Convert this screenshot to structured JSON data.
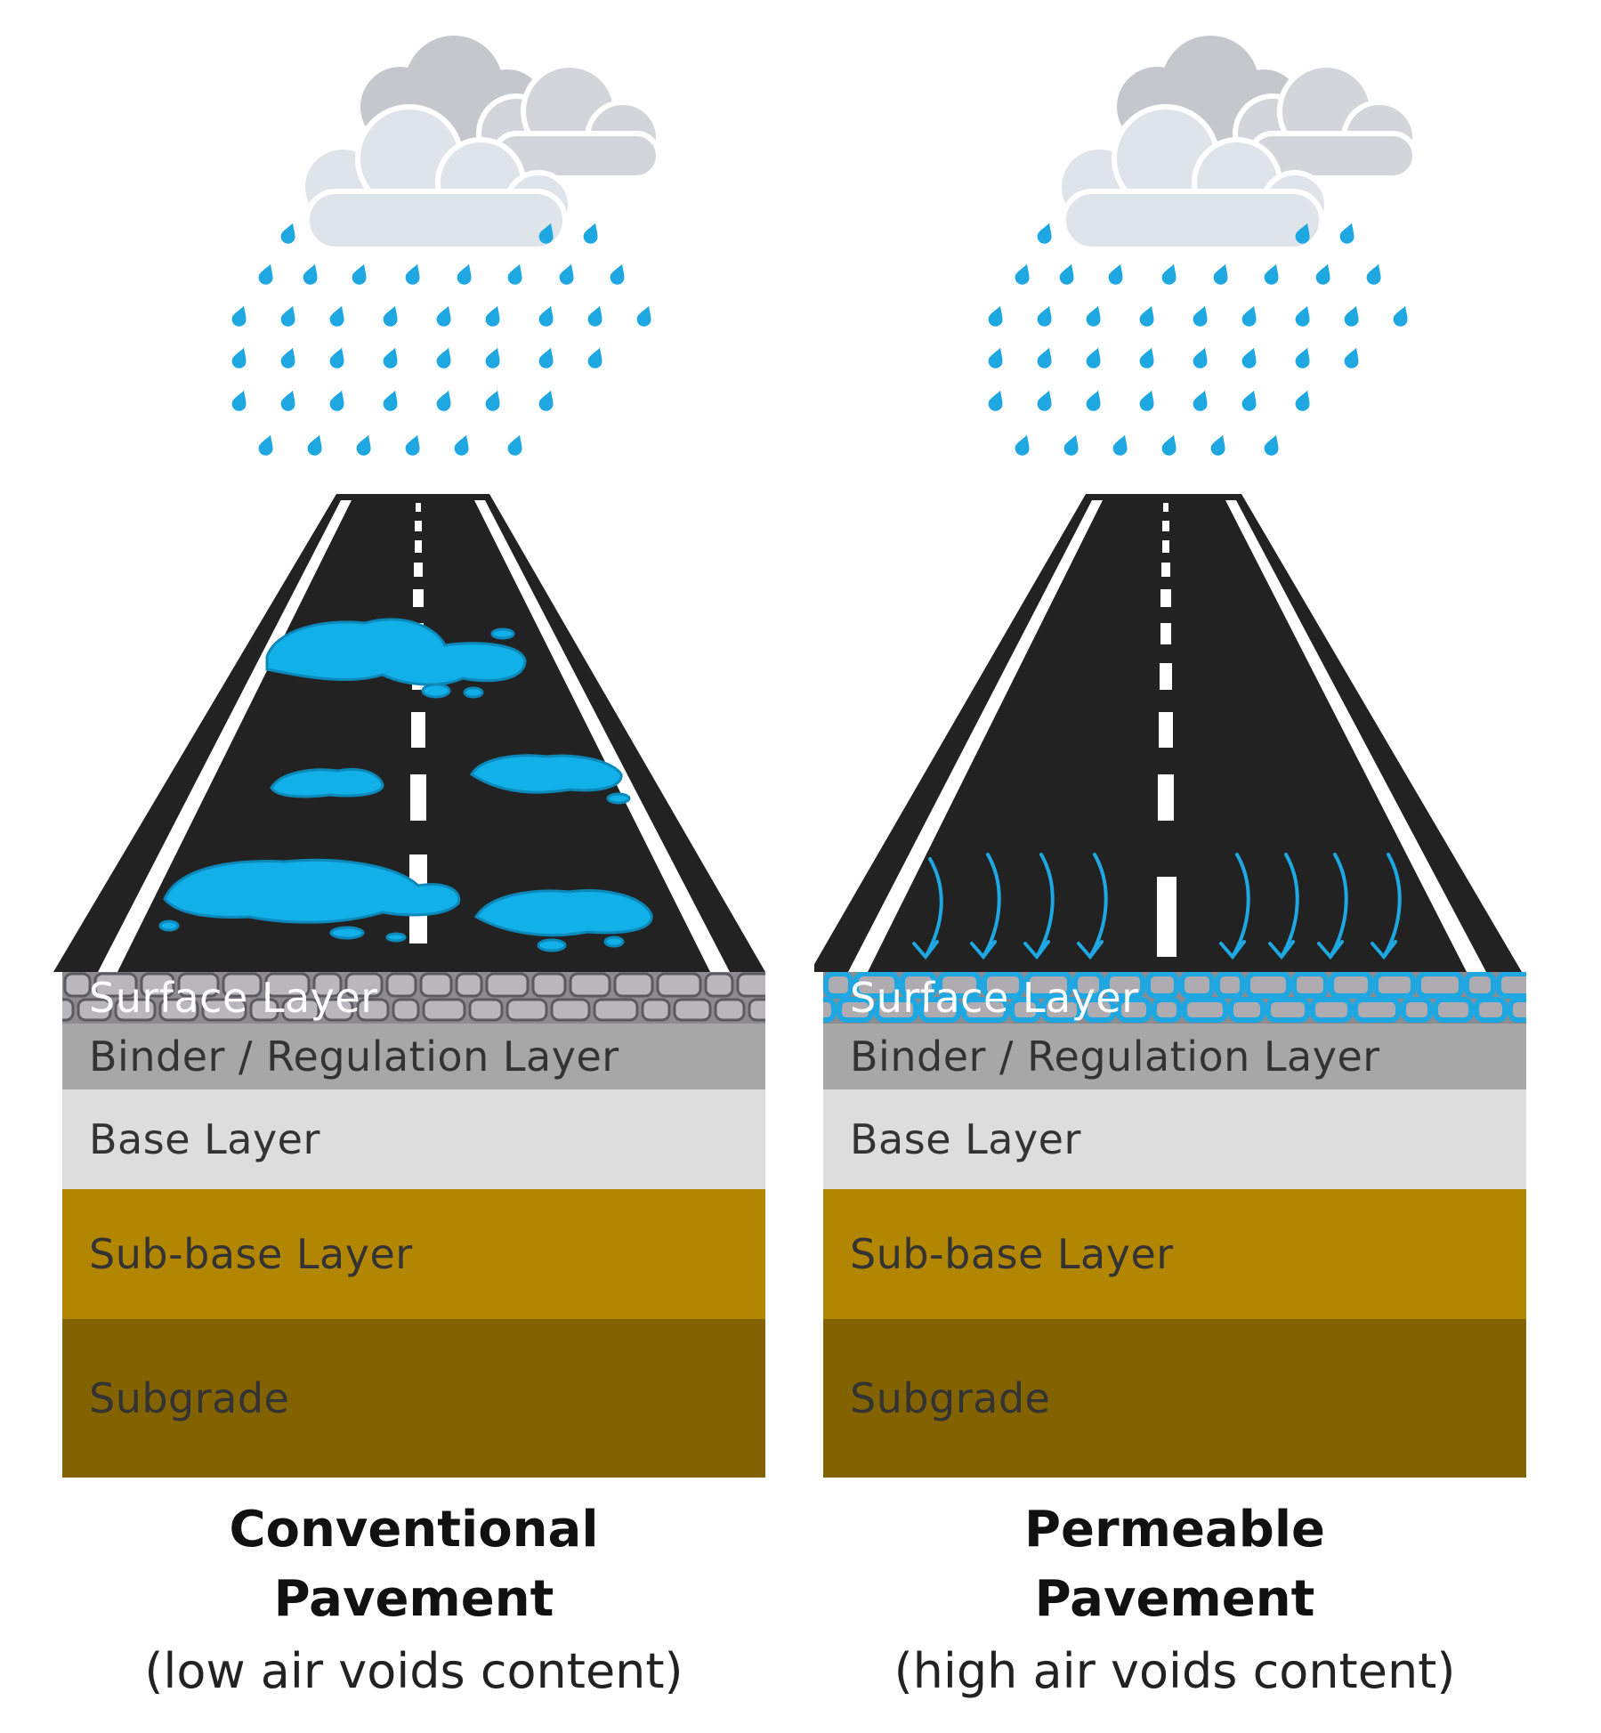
{
  "panels": [
    {
      "id": "conventional",
      "title_line1": "Conventional",
      "title_line2": "Pavement",
      "subtitle": "(low air voids content)",
      "layers": {
        "surface": "Surface Layer",
        "binder": "Binder / Regulation Layer",
        "base": "Base Layer",
        "subbase": "Sub-base Layer",
        "subgrade": "Subgrade"
      }
    },
    {
      "id": "permeable",
      "title_line1": "Permeable",
      "title_line2": "Pavement",
      "subtitle": "(high air voids content)",
      "layers": {
        "surface": "Surface Layer",
        "binder": "Binder / Regulation Layer",
        "base": "Base Layer",
        "subbase": "Sub-base Layer",
        "subgrade": "Subgrade"
      }
    }
  ],
  "colors": {
    "rain": "#1ea7e1",
    "water": "#12b0e8",
    "road": "#222222",
    "cloud": "#dfe4ea",
    "cloud_back": "#c4c8cd",
    "surface_stone": "#8d8b90",
    "binder": "#a7a7a7",
    "base": "#dddddd",
    "subbase": "#b38600",
    "subgrade": "#836200"
  },
  "icons": [
    "rain-cloud-icon",
    "raindrop-icon",
    "puddle-icon",
    "infiltration-arrow-icon"
  ]
}
